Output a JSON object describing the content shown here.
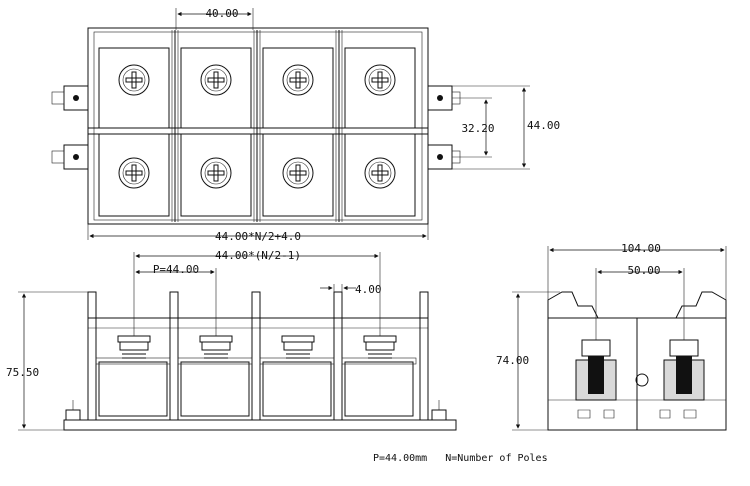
{
  "dimensions": {
    "top_pitch": "40.00",
    "top_span": "32.20",
    "top_height": "44.00",
    "total_length": "44.00*N/2+4.0",
    "inner_length": "44.00*(N/2-1)",
    "pitch": "P=44.00",
    "gap": "4.00",
    "front_height": "75.50",
    "side_width": "104.00",
    "side_pitch": "50.00",
    "side_height": "74.00"
  },
  "notes": {
    "legend": "P=44.00mm   N=Number of Poles"
  }
}
